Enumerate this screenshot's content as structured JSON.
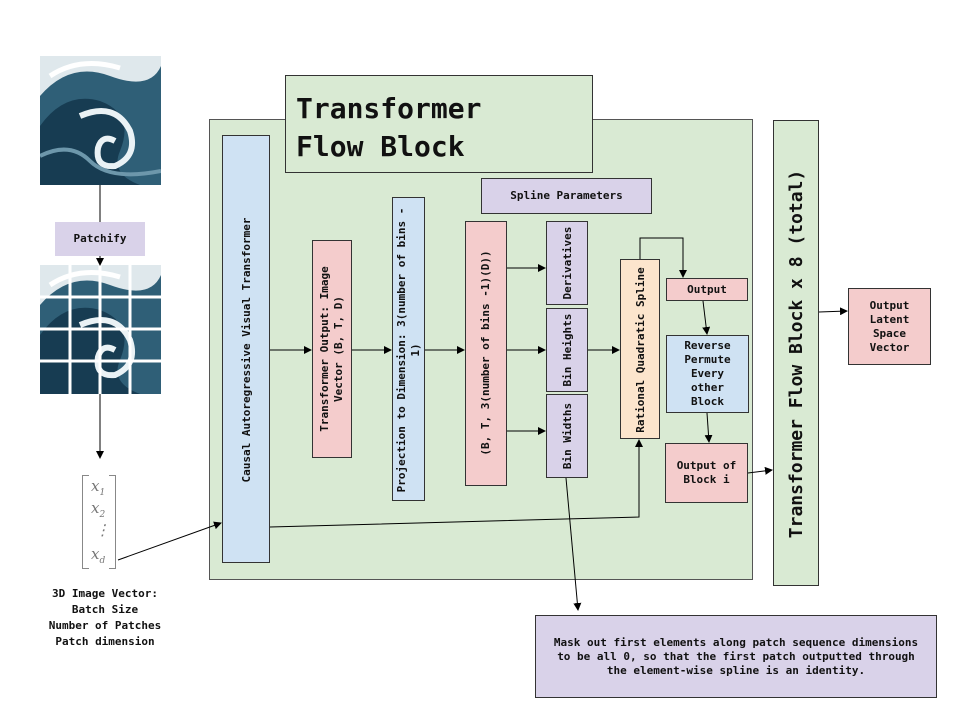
{
  "main_block": {
    "title_line1": "Transformer",
    "title_line2": "Flow Block"
  },
  "patchify_label": "Patchify",
  "input_vector": {
    "entries": [
      "x",
      "x",
      "⋮",
      "x"
    ],
    "subscripts": [
      "1",
      "2",
      "",
      "d"
    ]
  },
  "input_caption": {
    "line1": "3D Image Vector:",
    "line2": "Batch Size",
    "line3": "Number of Patches",
    "line4": "Patch dimension"
  },
  "transformer_label": "Causal Autoregressive Visual Transformer",
  "transformer_output": "Transformer Output: Image Vector (B, T, D)",
  "projection": "Projection to Dimension: 3(number of bins - 1)",
  "reshape": "(B, T, 3(number of bins -1)(D))",
  "spline_params": "Spline Parameters",
  "derivatives": "Derivatives",
  "bin_heights": "Bin Heights",
  "bin_widths": "Bin Widths",
  "rq_spline": "Rational Quadratic Spline",
  "output_label": "Output",
  "reverse_permute": "Reverse Permute Every other Block",
  "block_output": "Output of Block i",
  "repeat_label": "Transformer Flow Block x 8 (total)",
  "final_output": "Output Latent Space Vector",
  "mask_note": "Mask out first elements along patch sequence dimensions to be all 0, so that the first patch outputted through the element-wise spline is an identity.",
  "colors": {
    "green": "#d9ead3",
    "pink": "#f4cccc",
    "blue": "#cfe2f3",
    "lavender": "#d9d2e9",
    "peach": "#fce5cd"
  }
}
